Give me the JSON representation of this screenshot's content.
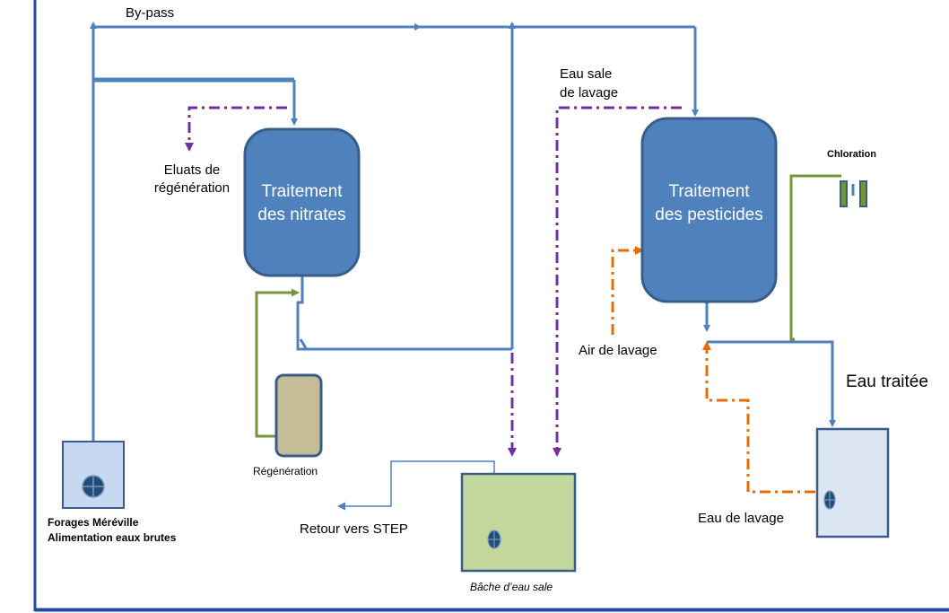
{
  "diagram": {
    "nodes": {
      "nitrates": {
        "line1": "Traitement",
        "line2": "des nitrates"
      },
      "pesticides": {
        "line1": "Traitement",
        "line2": "des pesticides"
      }
    },
    "labels": {
      "bypass": "By-pass",
      "eluats_1": "Eluats de",
      "eluats_2": "régénération",
      "eau_sale_1": "Eau sale",
      "eau_sale_2": "de lavage",
      "chloration": "Chloration",
      "air_lavage": "Air de lavage",
      "eau_traitee": "Eau traitée",
      "regeneration": "Régénération",
      "forages_1": "Forages Méréville",
      "forages_2": "Alimentation eaux brutes",
      "retour_step": "Retour vers  STEP",
      "bache": "Bâche d’eau sale",
      "eau_lavage": "Eau de lavage"
    },
    "colors": {
      "water": "#4f81bd",
      "box_fill": "#4f81bd",
      "box_border": "#385d8a",
      "regeneration": "#77933c",
      "purge": "#7030a0",
      "air": "#e46c0a",
      "frame": "#1f4e9e"
    }
  }
}
